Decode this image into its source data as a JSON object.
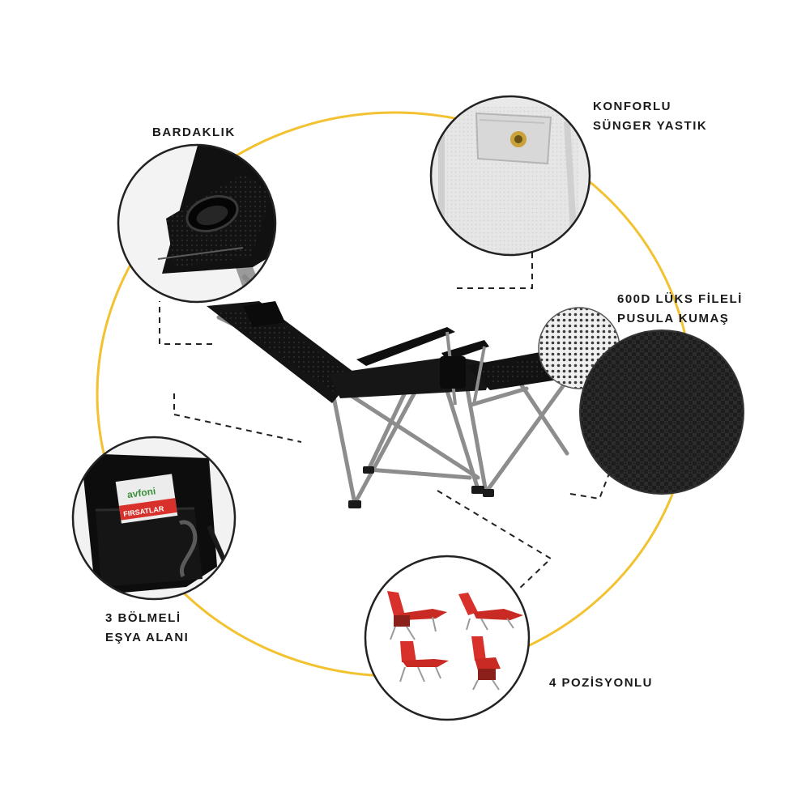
{
  "callouts": {
    "cup_holder": {
      "line1": "BARDAKLIK"
    },
    "pillow": {
      "line1": "KONFORLU",
      "line2": "SÜNGER YASTIK"
    },
    "fabric": {
      "line1": "600D LÜKS FİLELİ",
      "line2": "PUSULA KUMAŞ"
    },
    "storage": {
      "line1": "3 BÖLMELİ",
      "line2": "EŞYA ALANI"
    },
    "positions": {
      "line1": "4 POZİSYONLU"
    }
  },
  "pocket_magazine": {
    "brand": "avfoni",
    "headline": "FIRSATLAR"
  },
  "colors": {
    "ring_gold": "#f2c230",
    "chair_fabric": "#111111",
    "frame_grey": "#8a8a8a",
    "accent_red": "#d8312b",
    "label_text": "#1a1a1a"
  },
  "icons": [
    "cup-holder-detail",
    "pillow-detail",
    "fabric-detail",
    "pocket-detail",
    "positions-detail",
    "reclining-chair"
  ]
}
